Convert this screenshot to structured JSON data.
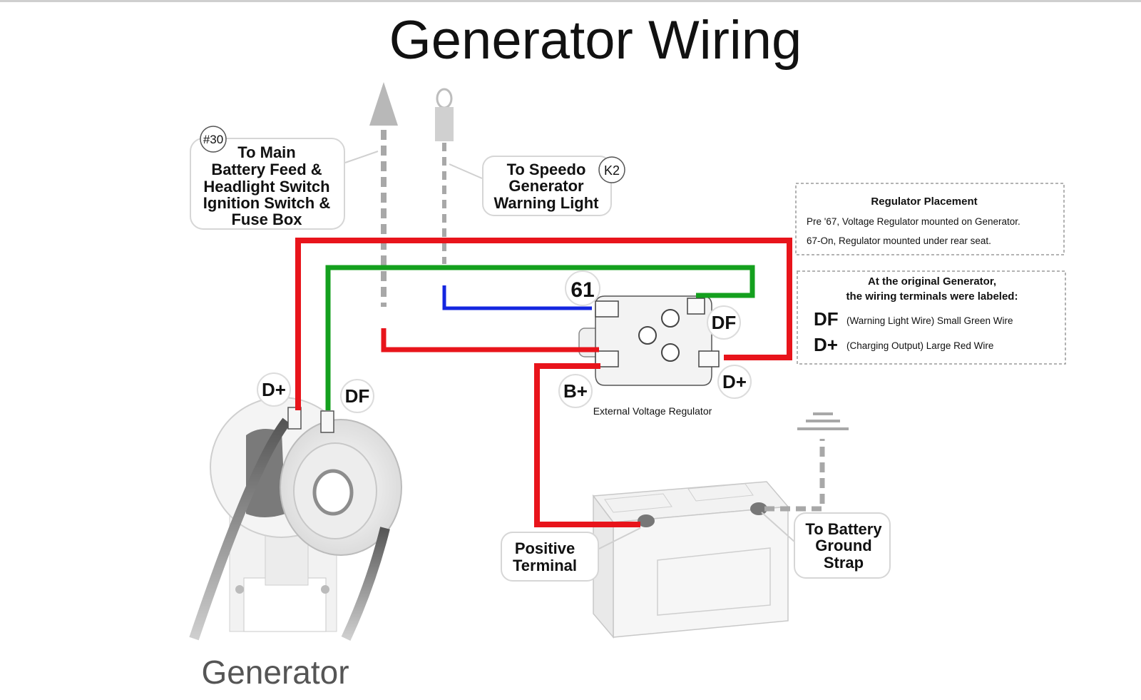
{
  "title": "Generator Wiring",
  "generator_label": "Generator",
  "regulator_label": "External Voltage Regulator",
  "callouts": {
    "main_feed": {
      "badge": "#30",
      "lines": [
        "To Main",
        "Battery Feed &",
        "Headlight Switch",
        "Ignition Switch &",
        "Fuse Box"
      ]
    },
    "speedo": {
      "badge": "K2",
      "lines": [
        "To Speedo",
        "Generator",
        "Warning Light"
      ]
    },
    "positive_terminal": {
      "lines": [
        "Positive",
        "Terminal"
      ]
    },
    "ground_strap": {
      "lines": [
        "To Battery",
        "Ground",
        "Strap"
      ]
    }
  },
  "terminals": {
    "gen_dplus": "D+",
    "gen_df": "DF",
    "reg_61": "61",
    "reg_df": "DF",
    "reg_bplus": "B+",
    "reg_dplus": "D+"
  },
  "info_placement": {
    "heading": "Regulator Placement",
    "line1": "Pre '67, Voltage Regulator mounted on Generator.",
    "line2": "67-On, Regulator mounted under rear seat."
  },
  "info_terminals": {
    "heading1": "At the original Generator,",
    "heading2": "the wiring terminals were labeled:",
    "df_code": "DF",
    "df_desc": "(Warning Light Wire) Small Green Wire",
    "dplus_code": "D+",
    "dplus_desc": "(Charging Output) Large Red Wire"
  },
  "colors": {
    "red_wire": "#e8141b",
    "green_wire": "#14a01e",
    "blue_wire": "#1426e0",
    "gray_dashed": "#a8a8a8"
  }
}
